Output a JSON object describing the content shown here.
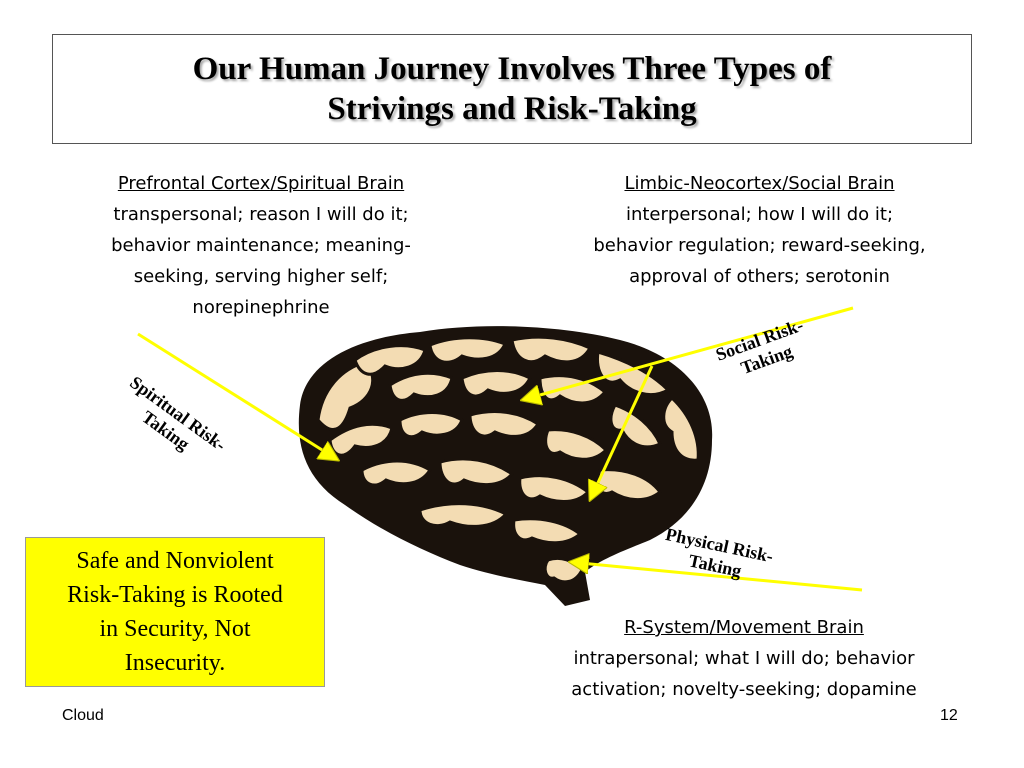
{
  "title": {
    "line1": "Our Human Journey Involves Three Types of",
    "line2": "Strivings and Risk-Taking"
  },
  "prefrontal": {
    "heading": "Prefrontal Cortex/Spiritual Brain",
    "lines": [
      "transpersonal; reason I will do it;",
      "behavior maintenance; meaning-",
      "seeking, serving higher self;",
      "norepinephrine"
    ]
  },
  "limbic": {
    "heading": "Limbic-Neocortex/Social Brain",
    "lines": [
      "interpersonal; how I will do it;",
      "behavior regulation; reward-seeking,",
      "approval of others; serotonin"
    ]
  },
  "rsystem": {
    "heading": "R-System/Movement Brain",
    "lines": [
      "intrapersonal; what I  will do; behavior",
      "activation; novelty-seeking; dopamine"
    ]
  },
  "risk_labels": {
    "spiritual": [
      "Spiritual Risk-",
      "Taking"
    ],
    "social": [
      "Social Risk-",
      "Taking"
    ],
    "physical": [
      "Physical Risk-",
      "Taking"
    ]
  },
  "callout": {
    "lines": [
      "Safe and Nonviolent",
      "Risk-Taking is Rooted",
      "in Security, Not",
      "Insecurity."
    ]
  },
  "footer": {
    "left": "Cloud",
    "page_number": "12"
  },
  "colors": {
    "arrow": "#ffff00",
    "callout_bg": "#ffff00",
    "brain_fold": "#f3dcb3",
    "brain_outline": "#1a120c"
  }
}
